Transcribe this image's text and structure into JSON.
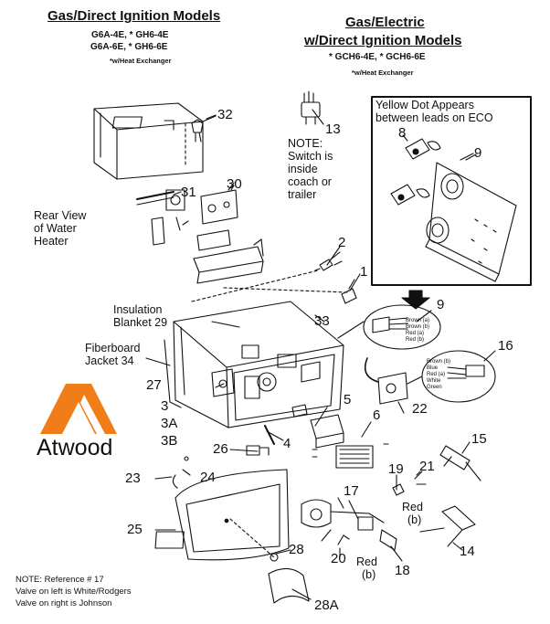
{
  "headers": {
    "left_title": "Gas/Direct Ignition Models",
    "left_models_1": "G6A-4E, * GH6-4E",
    "left_models_2": "G6A-6E, * GH6-6E",
    "left_note": "*w/Heat Exchanger",
    "right_title_1": "Gas/Electric",
    "right_title_2": "w/Direct Ignition Models",
    "right_models": "* GCH6-4E, * GCH6-6E",
    "right_note": "*w/Heat Exchanger"
  },
  "callouts": {
    "rear_view": [
      "Rear View",
      "of Water",
      "Heater"
    ],
    "switch_note": [
      "NOTE:",
      "Switch is",
      "inside",
      "coach or",
      "trailer"
    ],
    "yellow_dot": [
      "Yellow Dot Appears",
      "between leads on ECO"
    ],
    "insulation": [
      "Insulation",
      "Blanket 29"
    ],
    "fiberboard": [
      "Fiberboard",
      "Jacket 34"
    ],
    "wires_9": [
      "Brown (a)",
      "Brown (b)",
      "Red (a)",
      "Red (b)"
    ],
    "wires_16": [
      "Brown (b)",
      "Blue",
      "Red (a)",
      "White",
      "Green"
    ],
    "red_b_1": [
      "Red",
      "(b)"
    ],
    "red_b_2": [
      "Red",
      "(b)"
    ],
    "bottom_note": [
      "NOTE: Reference # 17",
      "Valve on left is White/Rodgers",
      "Valve on right is Johnson"
    ]
  },
  "brand": {
    "name": "Atwood",
    "color": "#f07d18"
  },
  "parts": {
    "p32": "32",
    "p13": "13",
    "p8": "8",
    "p9a": "9",
    "p30": "30",
    "p31": "31",
    "p2": "2",
    "p1": "1",
    "p9b": "9",
    "p33": "33",
    "p16": "16",
    "p27": "27",
    "p5": "5",
    "p22": "22",
    "p6": "6",
    "p3": "3",
    "p3a": "3A",
    "p3b": "3B",
    "p26": "26",
    "p4": "4",
    "p15": "15",
    "p19": "19",
    "p21": "21",
    "p23": "23",
    "p24": "24",
    "p17": "17",
    "p25": "25",
    "p28": "28",
    "p20": "20",
    "p14": "14",
    "p18": "18",
    "p28a": "28A"
  }
}
